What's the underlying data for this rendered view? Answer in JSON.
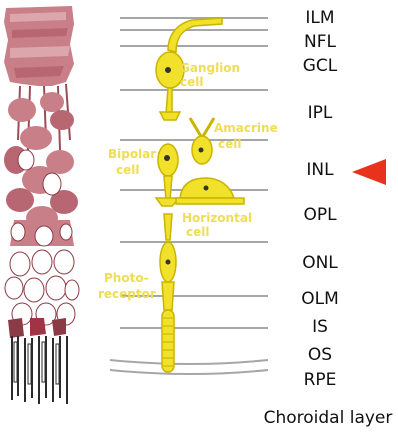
{
  "layers": [
    {
      "id": "ilm",
      "label": "ILM"
    },
    {
      "id": "nfl",
      "label": "NFL"
    },
    {
      "id": "gcl",
      "label": "GCL"
    },
    {
      "id": "ipl",
      "label": "IPL"
    },
    {
      "id": "inl",
      "label": "INL"
    },
    {
      "id": "opl",
      "label": "OPL"
    },
    {
      "id": "onl",
      "label": "ONL"
    },
    {
      "id": "olm",
      "label": "OLM"
    },
    {
      "id": "is",
      "label": "IS"
    },
    {
      "id": "os",
      "label": "OS"
    },
    {
      "id": "rpe",
      "label": "RPE"
    },
    {
      "id": "choroid",
      "label": "Choroidal layer"
    }
  ],
  "cells": {
    "ganglion": [
      "Ganglion",
      "cell"
    ],
    "amacrine": [
      "Amacrine",
      "cell"
    ],
    "bipolar": [
      "Bipolar",
      "cell"
    ],
    "horizontal": [
      "Horizontal",
      "cell"
    ],
    "photoreceptor": [
      "Photo-",
      "receptor"
    ]
  },
  "highlight": {
    "layer": "INL",
    "marker": "red-arrow-pointer"
  },
  "colors": {
    "cell_fill": "#f2e12b",
    "cell_stroke": "#c9b400",
    "tissue": "#c97f88",
    "tissue_dark": "#8b3b45",
    "label_yellow": "#eedd55",
    "pointer": "#e8321e",
    "rule": "#a6a6a6"
  }
}
